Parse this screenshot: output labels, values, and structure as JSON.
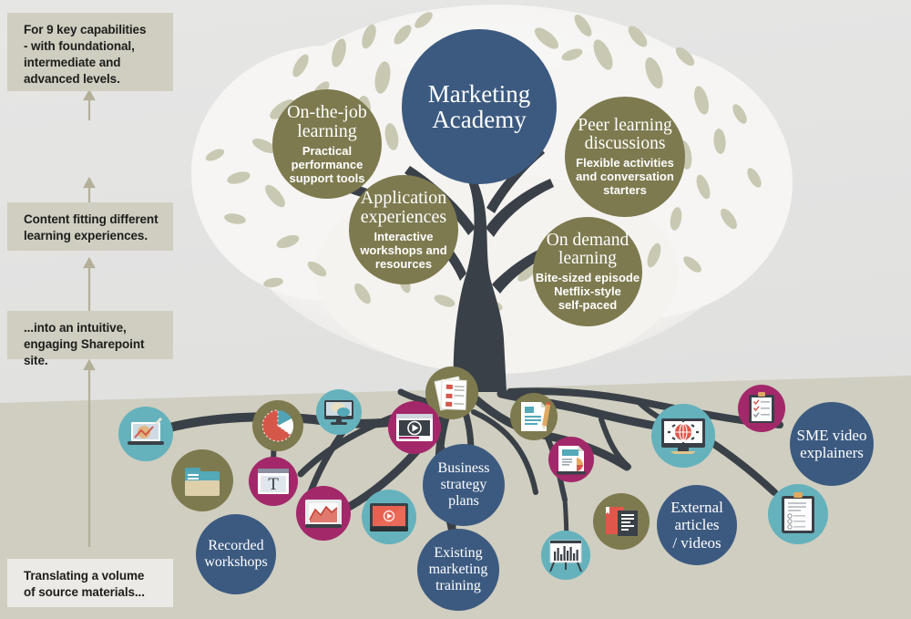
{
  "palette": {
    "sky": "#e3e3e2",
    "ground": "#cfcec0",
    "canopy_bg": "#f4f3f1",
    "leaf": "#c9c9b4",
    "trunk": "#3a4047",
    "navy": "#3c5a80",
    "olive": "#7d7a4f",
    "teal": "#65b2bd",
    "magenta": "#a3286a",
    "white": "#ffffff"
  },
  "flow": {
    "boxes": [
      {
        "id": "capabilities",
        "text": "For 9 key capabilities\n- with foundational,\nintermediate and\nadvanced levels."
      },
      {
        "id": "content",
        "text": "Content fitting different\nlearning experiences."
      },
      {
        "id": "sharepoint",
        "text": "...into an intuitive,\nengaging Sharepoint site."
      },
      {
        "id": "source",
        "text": "Translating a volume\nof source materials..."
      }
    ]
  },
  "tree": {
    "main": {
      "title": "Marketing\nAcademy",
      "subtitle": ""
    },
    "branches": [
      {
        "id": "on-the-job",
        "title": "On-the-job\nlearning",
        "subtitle": "Practical\nperformance\nsupport tools"
      },
      {
        "id": "peer-learning",
        "title": "Peer learning\ndiscussions",
        "subtitle": "Flexible activities\nand conversation\nstarters"
      },
      {
        "id": "application",
        "title": "Application\nexperiences",
        "subtitle": "Interactive\nworkshops and\nresources"
      },
      {
        "id": "on-demand",
        "title": "On demand\nlearning",
        "subtitle": "Bite-sized episode\nNetflix-style\nself-paced"
      }
    ]
  },
  "roots": {
    "labels": [
      {
        "id": "recorded-workshops",
        "text": "Recorded\nworkshops"
      },
      {
        "id": "business-strategy-plans",
        "text": "Business\nstrategy\nplans"
      },
      {
        "id": "existing-marketing-training",
        "text": "Existing\nmarketing\ntraining"
      },
      {
        "id": "external-articles-videos",
        "text": "External\narticles\n/ videos"
      },
      {
        "id": "sme-video-explainers",
        "text": "SME video\nexplainers"
      }
    ],
    "icons": [
      {
        "id": "laptop-chart-icon",
        "name": "laptop-chart-icon",
        "color": "#65b2bd"
      },
      {
        "id": "folder-icon",
        "name": "folder-icon",
        "color": "#7d7a4f"
      },
      {
        "id": "pie-chart-icon",
        "name": "pie-chart-icon",
        "color": "#7d7a4f"
      },
      {
        "id": "monitor-chat-icon",
        "name": "monitor-chat-icon",
        "color": "#65b2bd"
      },
      {
        "id": "text-document-icon",
        "name": "text-editor-icon",
        "color": "#a3286a"
      },
      {
        "id": "marked-papers-icon",
        "name": "marked-papers-icon",
        "color": "#7d7a4f"
      },
      {
        "id": "video-player-icon",
        "name": "video-player-icon",
        "color": "#a3286a"
      },
      {
        "id": "tablet-graph-icon",
        "name": "tablet-graph-icon",
        "color": "#a3286a"
      },
      {
        "id": "tablet-video-icon",
        "name": "tablet-video-icon",
        "color": "#e0604f"
      },
      {
        "id": "document-pencil-icon",
        "name": "document-pencil-icon",
        "color": "#7d7a4f"
      },
      {
        "id": "report-chart-icon",
        "name": "report-chart-icon",
        "color": "#a3286a"
      },
      {
        "id": "desktop-globe-icon",
        "name": "desktop-globe-icon",
        "color": "#65b2bd"
      },
      {
        "id": "checklist-clipboard-icon",
        "name": "checklist-clipboard-icon",
        "color": "#a3286a"
      },
      {
        "id": "clipboard-form-icon",
        "name": "clipboard-form-icon",
        "color": "#65b2bd"
      },
      {
        "id": "bookmarked-doc-icon",
        "name": "bookmarked-doc-icon",
        "color": "#7d7a4f"
      },
      {
        "id": "flipchart-icon",
        "name": "flipchart-presentation-icon",
        "color": "#65b2bd"
      }
    ]
  }
}
